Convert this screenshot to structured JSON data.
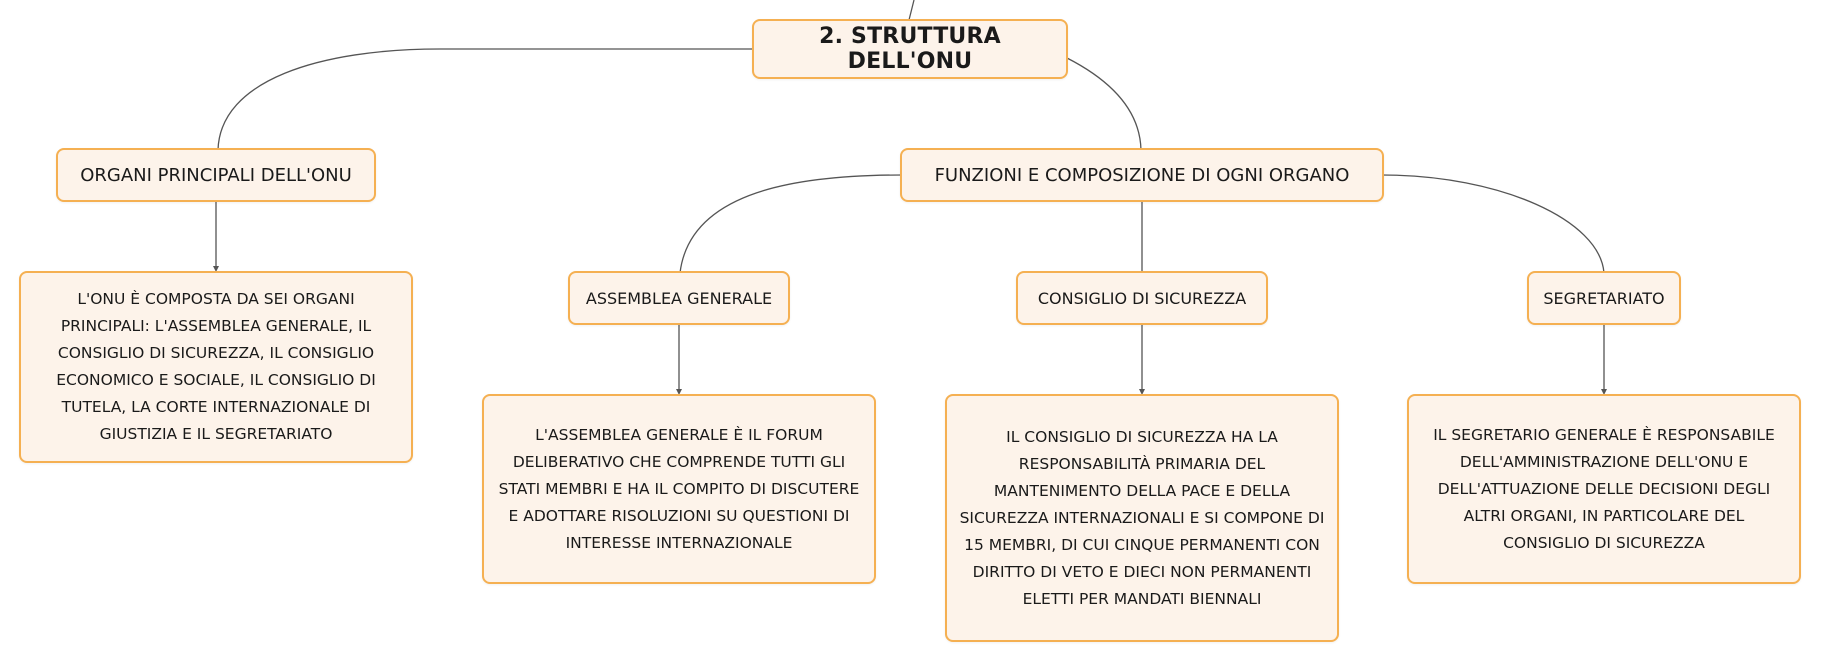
{
  "root": {
    "label": "2. STRUTTURA DELL'ONU"
  },
  "branches": {
    "organi_principali": {
      "label": "ORGANI PRINCIPALI DELL'ONU",
      "text": "L'ONU È COMPOSTA DA SEI ORGANI PRINCIPALI: L'ASSEMBLEA GENERALE, IL CONSIGLIO DI SICUREZZA, IL CONSIGLIO ECONOMICO E SOCIALE, IL CONSIGLIO DI TUTELA, LA CORTE INTERNAZIONALE DI GIUSTIZIA E IL SEGRETARIATO"
    },
    "funzioni": {
      "label": "FUNZIONI E COMPOSIZIONE DI OGNI ORGANO",
      "assemblea": {
        "label": "ASSEMBLEA GENERALE",
        "text": "L'ASSEMBLEA GENERALE È IL FORUM DELIBERATIVO CHE COMPRENDE TUTTI GLI STATI MEMBRI E HA IL COMPITO DI DISCUTERE E ADOTTARE RISOLUZIONI SU QUESTIONI DI INTERESSE INTERNAZIONALE"
      },
      "consiglio": {
        "label": "CONSIGLIO DI SICUREZZA",
        "text": "IL CONSIGLIO DI SICUREZZA HA LA RESPONSABILITÀ PRIMARIA DEL MANTENIMENTO DELLA PACE E DELLA SICUREZZA INTERNAZIONALI E SI COMPONE DI 15 MEMBRI, DI CUI CINQUE PERMANENTI CON DIRITTO DI VETO E DIECI NON PERMANENTI ELETTI PER MANDATI BIENNALI"
      },
      "segretariato": {
        "label": "SEGRETARIATO",
        "text": "IL SEGRETARIO GENERALE È RESPONSABILE DELL'AMMINISTRAZIONE DELL'ONU E DELL'ATTUAZIONE DELLE DECISIONI DEGLI ALTRI ORGANI, IN PARTICOLARE DEL CONSIGLIO DI SICUREZZA"
      }
    }
  },
  "colors": {
    "node_border": "#f5b052",
    "node_fill": "#fdf3ea",
    "connector": "#555555"
  }
}
